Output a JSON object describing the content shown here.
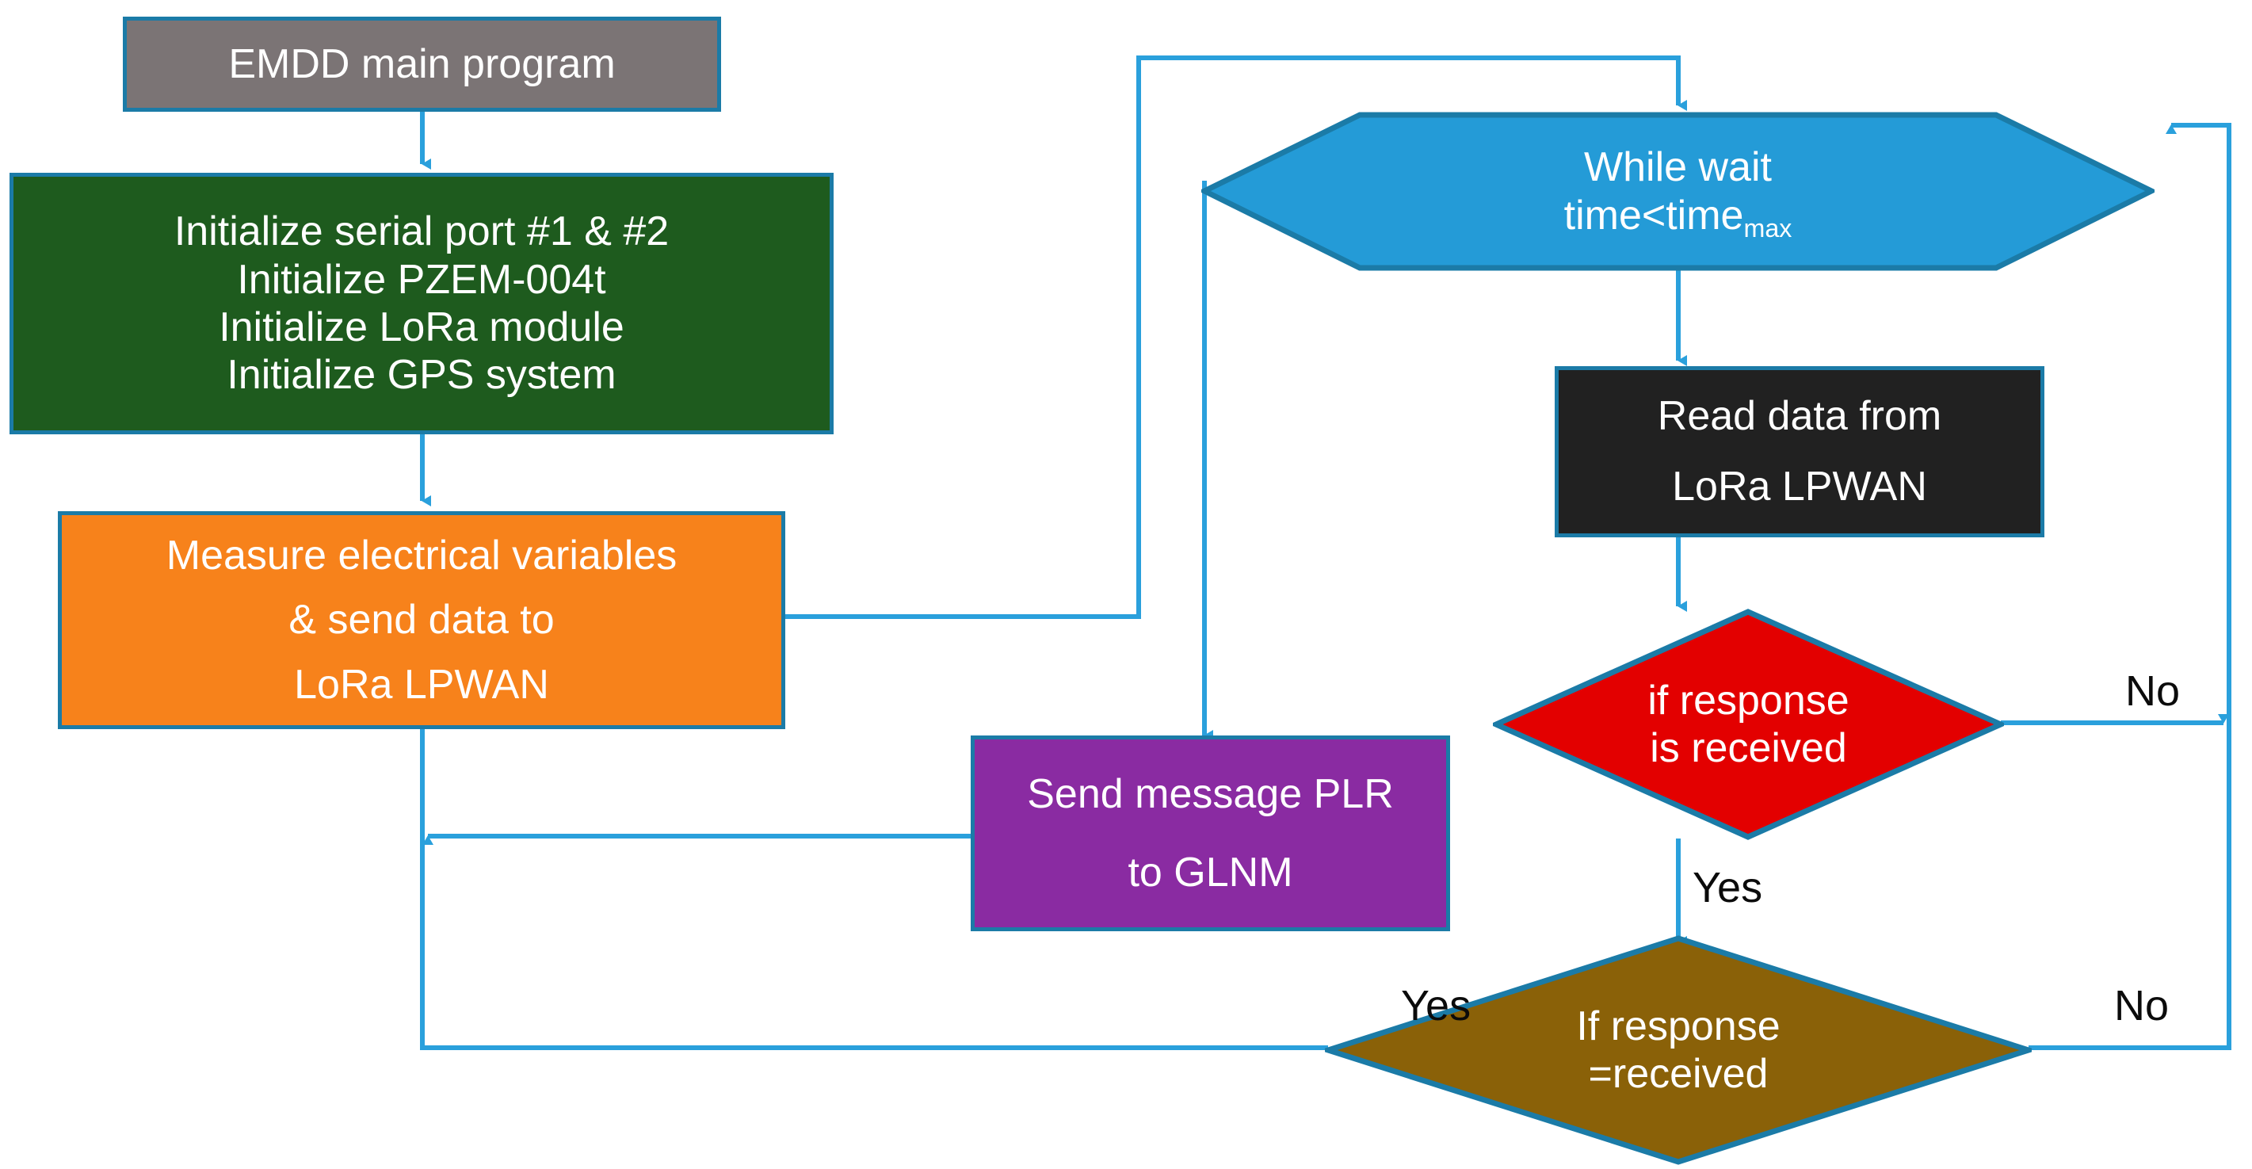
{
  "diagram": {
    "title": "EMDD main program flowchart",
    "colors": {
      "connector": "#2AA0DC",
      "border": "#1B7BA7",
      "gray": "#7B7475",
      "green": "#1E5B1E",
      "orange": "#F7821B",
      "blue": "#249BD7",
      "black": "#212121",
      "red": "#E30000",
      "purple": "#8A2BA2",
      "brown": "#8A6108",
      "label_text": "#0b0b0b",
      "node_text": "#ffffff"
    },
    "nodes": {
      "main_program": {
        "label": "EMDD main program",
        "shape": "rectangle",
        "fill": "gray"
      },
      "initialize": {
        "lines": [
          "Initialize serial port #1 & #2",
          "Initialize PZEM-004t",
          "Initialize LoRa module",
          "Initialize GPS system"
        ],
        "shape": "rectangle",
        "fill": "green"
      },
      "measure": {
        "lines": [
          "Measure electrical variables",
          "&  send data to",
          "LoRa LPWAN"
        ],
        "shape": "rectangle",
        "fill": "orange"
      },
      "while_wait": {
        "line1": "While wait",
        "line2_pre": "time<time",
        "line2_sub": "max",
        "shape": "hexagon",
        "fill": "blue"
      },
      "read_data": {
        "lines": [
          "Read data from",
          "LoRa LPWAN"
        ],
        "shape": "rectangle",
        "fill": "black"
      },
      "if_response_received": {
        "lines": [
          "if response",
          "is received"
        ],
        "shape": "diamond",
        "fill": "red"
      },
      "send_message": {
        "lines": [
          "Send message PLR",
          "to GLNM"
        ],
        "shape": "rectangle",
        "fill": "purple"
      },
      "if_response_equals_received": {
        "lines": [
          "If response",
          "=received"
        ],
        "shape": "diamond",
        "fill": "brown"
      }
    },
    "edge_labels": {
      "no_upper": "No",
      "yes_middle": "Yes",
      "yes_lower": "Yes",
      "no_lower": "No"
    }
  }
}
